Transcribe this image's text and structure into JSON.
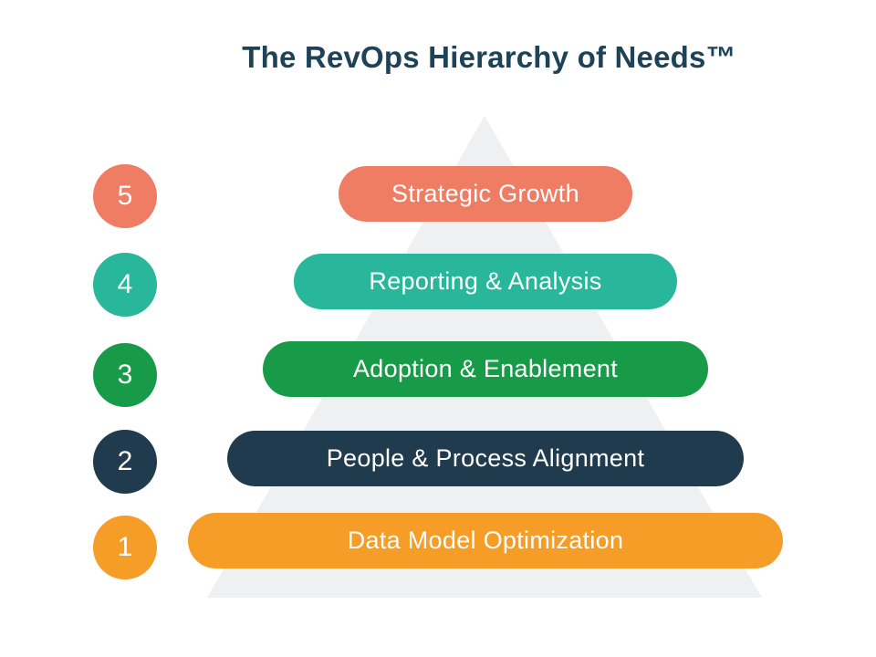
{
  "title": {
    "text": "The RevOps Hierarchy of Needs™",
    "color": "#1E4258"
  },
  "pyramid": {
    "color": "#EEF0F2"
  },
  "levels": [
    {
      "number": "5",
      "label": "Strategic Growth",
      "color": "#EE7D64"
    },
    {
      "number": "4",
      "label": "Reporting & Analysis",
      "color": "#28B79A"
    },
    {
      "number": "3",
      "label": "Adoption & Enablement",
      "color": "#179B48"
    },
    {
      "number": "2",
      "label": "People & Process Alignment",
      "color": "#203B4D"
    },
    {
      "number": "1",
      "label": "Data Model Optimization",
      "color": "#F59D27"
    }
  ]
}
